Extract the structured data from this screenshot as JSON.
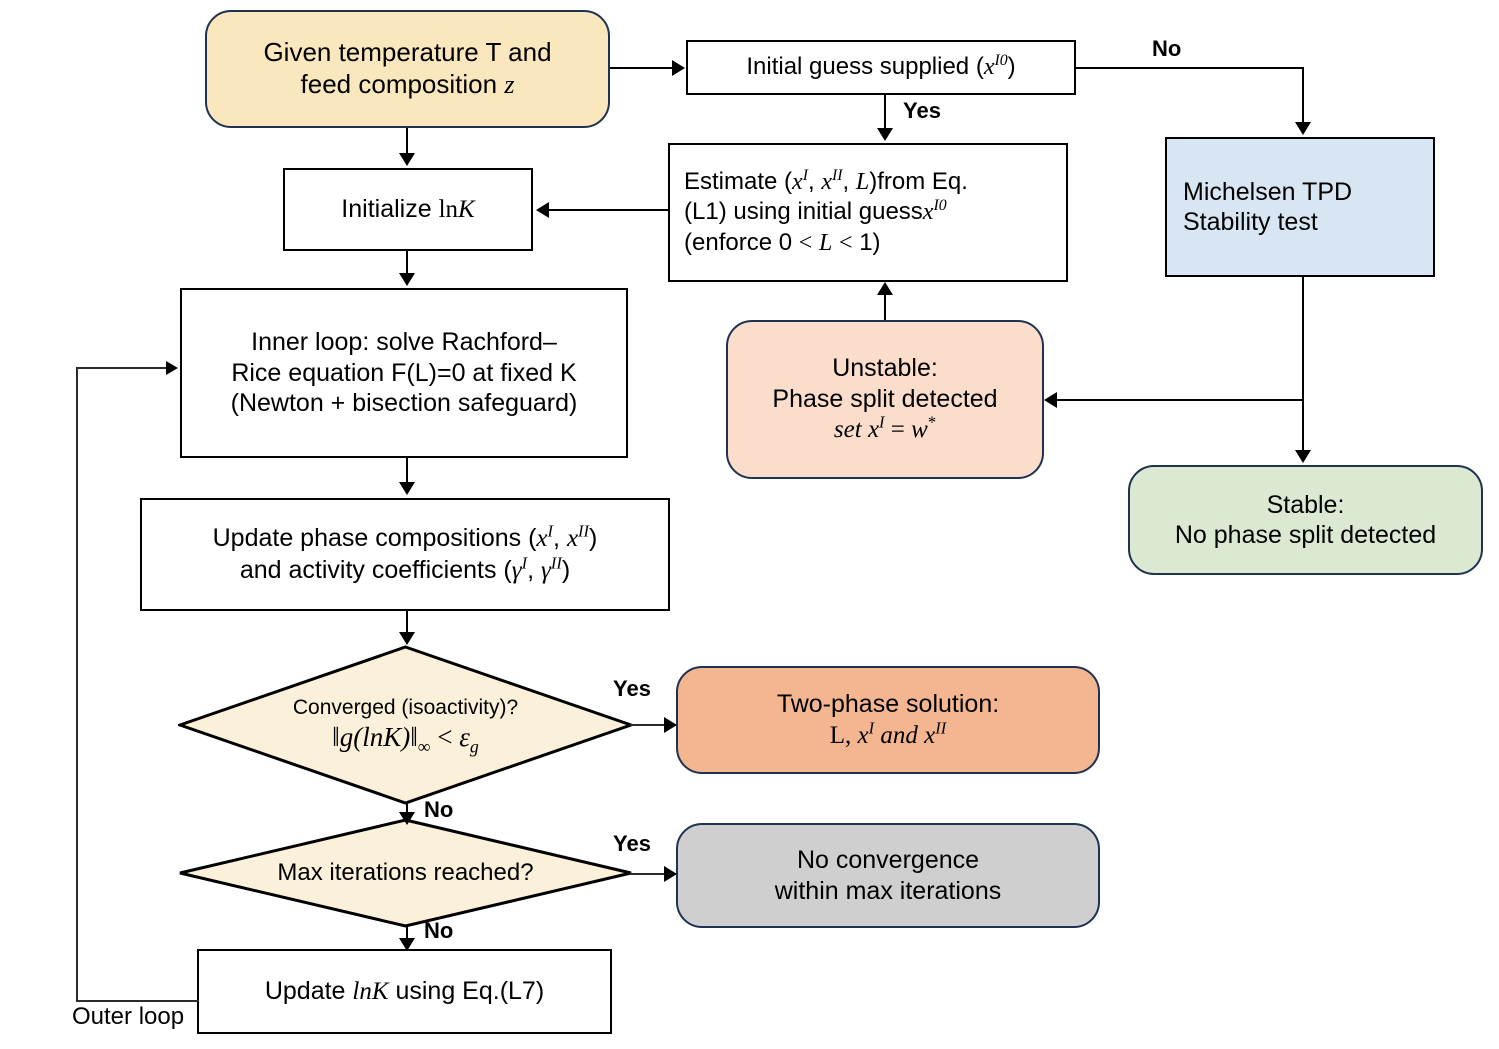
{
  "diagram": {
    "title": "Isothermal two-phase liquid-liquid flash algorithm flowchart",
    "colors": {
      "start_fill": "#fbe7bd",
      "start_border": "#1f3252",
      "process_fill": "#ffffff",
      "process_border": "#000000",
      "stability_fill": "#d8e6f3",
      "stability_border": "#000000",
      "unstable_fill": "#fbddcc",
      "unstable_border": "#1f3252",
      "stable_fill": "#dce9d2",
      "stable_border": "#1f3252",
      "solution_fill": "#f3b690",
      "solution_border": "#1f3252",
      "failure_fill": "#cfcfcf",
      "failure_border": "#1f3252",
      "decision_fill": "#fbf0d9",
      "decision_border": "#000000",
      "line": "#000000"
    },
    "nodes": {
      "start": {
        "name": "start-given-conditions",
        "shape": "rounded",
        "line1": "Given temperature T and",
        "line2_pre": "feed composition ",
        "line2_var": "z"
      },
      "initial_guess": {
        "name": "initial-guess-supplied",
        "shape": "rectangle",
        "text_pre": "Initial guess supplied (",
        "var": "x",
        "sup": "I0",
        "text_post": ")"
      },
      "estimate": {
        "name": "estimate-from-eq-l1",
        "shape": "rectangle",
        "line1_pre": "Estimate (",
        "line1_v1": "x",
        "line1_s1": "I",
        "line1_sep1": ", ",
        "line1_v2": "x",
        "line1_s2": "II",
        "line1_sep2": ", ",
        "line1_v3": "L",
        "line1_post": ")from Eq.",
        "line2_pre": "(L1) using initial guess",
        "line2_var": "x",
        "line2_sup": "I0",
        "line3_pre": "(enforce 0 ",
        "line3_lt1": "<",
        "line3_var": "L",
        "line3_lt2": "<",
        "line3_post": "1)"
      },
      "stability": {
        "name": "michelsen-tpd-stability-test",
        "shape": "rectangle",
        "line1": "Michelsen TPD",
        "line2": "Stability test"
      },
      "unstable": {
        "name": "unstable-phase-split",
        "shape": "rounded",
        "line1": "Unstable:",
        "line2": "Phase split detected",
        "line3_pre": "set ",
        "line3_v1": "x",
        "line3_s1": "I",
        "line3_eq": " = ",
        "line3_v2": "w",
        "line3_s2": "*"
      },
      "stable": {
        "name": "stable-no-phase-split",
        "shape": "rounded",
        "line1": "Stable:",
        "line2": "No phase split detected"
      },
      "initialize": {
        "name": "initialize-lnk",
        "shape": "rectangle",
        "text_pre": "Initialize ",
        "math_ln": "ln",
        "math_k": "K"
      },
      "inner_loop": {
        "name": "inner-loop-rachford-rice",
        "shape": "rectangle",
        "line1": "Inner loop: solve Rachford–",
        "line2": "Rice equation F(L)=0 at fixed K",
        "line3": "(Newton + bisection safeguard)"
      },
      "update_comp": {
        "name": "update-phase-compositions",
        "shape": "rectangle",
        "line1_pre": "Update phase compositions (",
        "line1_v1": "x",
        "line1_s1": "I",
        "line1_sep": ", ",
        "line1_v2": "x",
        "line1_s2": "II",
        "line1_post": ")",
        "line2_pre": "and activity coefficients (",
        "line2_v1": "γ",
        "line2_s1": "I",
        "line2_sep": ", ",
        "line2_v2": "γ",
        "line2_s2": "II",
        "line2_post": ")"
      },
      "converged": {
        "name": "decision-converged-isoactivity",
        "shape": "diamond",
        "line1": "Converged (isoactivity)?",
        "line2_open": "‖",
        "line2_g": "g",
        "line2_arg_open": "(",
        "line2_lnk": "lnK",
        "line2_arg_close": ")",
        "line2_close": "‖",
        "line2_inf": "∞",
        "line2_lt": " < ",
        "line2_eps": "ε",
        "line2_eps_sub": "g"
      },
      "max_iter": {
        "name": "decision-max-iterations",
        "shape": "diamond",
        "line1": "Max iterations reached?"
      },
      "two_phase": {
        "name": "two-phase-solution",
        "shape": "rounded",
        "line1": "Two-phase solution:",
        "line2_pre": "L, ",
        "line2_v1": "x",
        "line2_s1": "I",
        "line2_and": " and ",
        "line2_v2": "x",
        "line2_s2": "II"
      },
      "no_convergence": {
        "name": "no-convergence-result",
        "shape": "rounded",
        "line1": "No convergence",
        "line2": "within max iterations"
      },
      "update_lnk": {
        "name": "update-lnk-eq-l7",
        "shape": "rectangle",
        "text_pre": "Update ",
        "math_lnk": "lnK",
        "text_post": " using Eq.(L7)"
      }
    },
    "edge_labels": {
      "yes_initial_guess": "Yes",
      "no_initial_guess": "No",
      "yes_converged": "Yes",
      "no_converged": "No",
      "yes_max_iter": "Yes",
      "no_max_iter": "No",
      "outer_loop": "Outer loop"
    }
  }
}
